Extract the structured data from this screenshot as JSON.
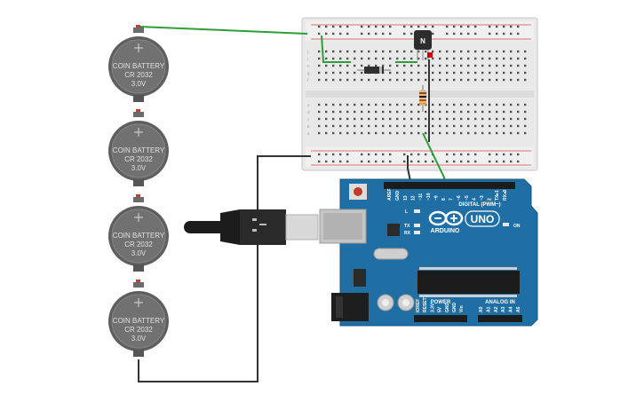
{
  "batteries": [
    {
      "line1": "COIN BATTERY",
      "line2": "CR 2032",
      "line3": "3.0V"
    },
    {
      "line1": "COIN BATTERY",
      "line2": "CR 2032",
      "line3": "3.0V"
    },
    {
      "line1": "COIN BATTERY",
      "line2": "CR 2032",
      "line3": "3.0V"
    },
    {
      "line1": "COIN BATTERY",
      "line2": "CR 2032",
      "line3": "3.0V"
    }
  ],
  "transistor": {
    "label": "N"
  },
  "arduino": {
    "brand": "ARDUINO",
    "model": "UNO",
    "digital_header": "DIGITAL (PWM~)",
    "power_header": "POWER",
    "analog_header": "ANALOG IN",
    "on_label": "ON",
    "l_label": "L",
    "tx_label": "TX",
    "rx_label": "RX",
    "aref": "AREF",
    "gnd": "GND",
    "digital_pins": [
      "13",
      "12",
      "~11",
      "~10",
      "~9",
      "8",
      "7",
      "~6",
      "~5",
      "4",
      "~3",
      "2",
      "TX▸1",
      "RX◂0"
    ],
    "power_pins": [
      "IOREF",
      "RESET",
      "3.3V",
      "5V",
      "GND",
      "GND",
      "Vin"
    ],
    "analog_pins": [
      "A0",
      "A1",
      "A2",
      "A3",
      "A4",
      "A5"
    ]
  },
  "breadboard": {
    "row_letters_top": [
      "a",
      "b",
      "c",
      "d",
      "e"
    ],
    "row_letters_bottom": [
      "f",
      "g",
      "h",
      "i",
      "j"
    ]
  },
  "colors": {
    "wire_green": "#2e9e3a",
    "wire_black": "#333333",
    "arduino_blue": "#1f6fa5",
    "battery_gray": "#6b6b6b"
  }
}
